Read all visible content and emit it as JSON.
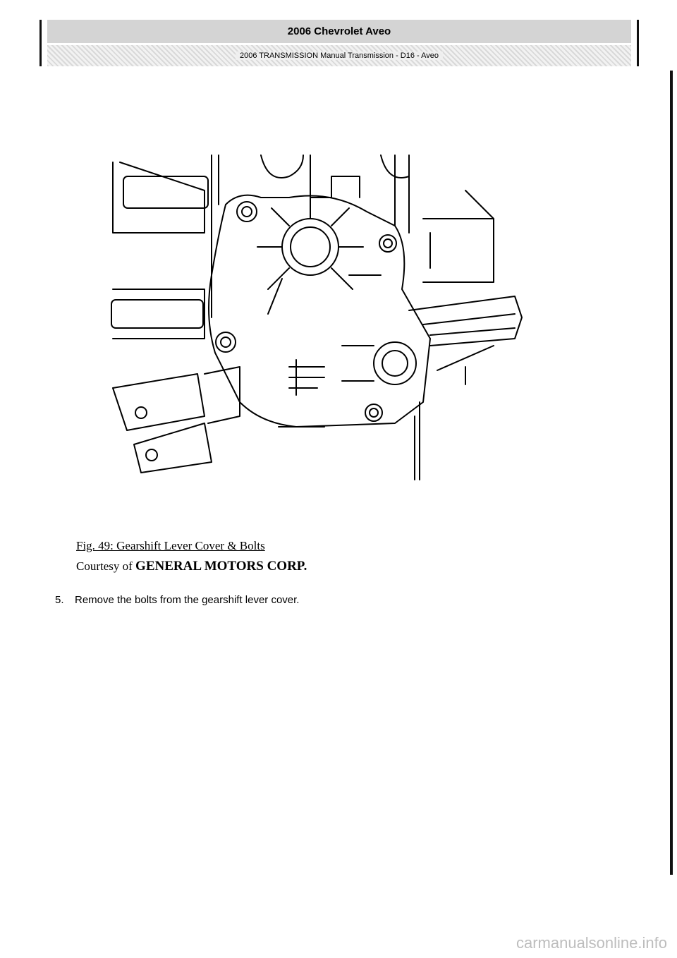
{
  "header": {
    "title": "2006 Chevrolet Aveo",
    "subtitle": "2006 TRANSMISSION Manual Transmission - D16 - Aveo"
  },
  "figure": {
    "caption": "Fig. 49: Gearshift Lever Cover & Bolts",
    "credit_prefix": "Courtesy of",
    "credit_company": "GENERAL MOTORS CORP."
  },
  "steps": [
    {
      "number": "5.",
      "text": "Remove the bolts from the gearshift lever cover."
    }
  ],
  "watermark": "carmanualsonline.info"
}
